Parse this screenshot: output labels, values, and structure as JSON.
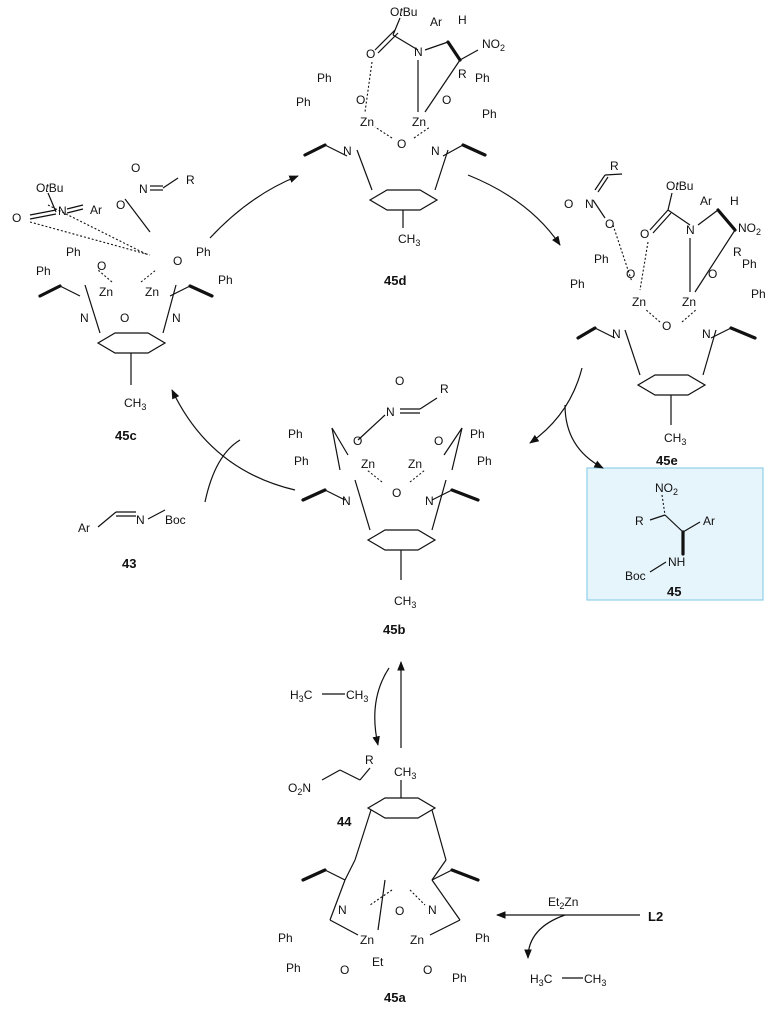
{
  "compounds": {
    "c45a": {
      "id": "45a",
      "Ph1": "Ph",
      "Ph2": "Ph",
      "Ph3": "Ph",
      "Ph4": "Ph",
      "Zn1": "Zn",
      "Zn2": "Zn",
      "O1": "O",
      "O2": "O",
      "O3": "O",
      "N1": "N",
      "N2": "N",
      "Et": "Et",
      "CH3": "CH",
      "CH3sub": "3"
    },
    "c45b": {
      "id": "45b",
      "Ph1": "Ph",
      "Ph2": "Ph",
      "Ph3": "Ph",
      "Ph4": "Ph",
      "Zn1": "Zn",
      "Zn2": "Zn",
      "O1": "O",
      "O2": "O",
      "O3": "O",
      "O4": "O",
      "N1": "N",
      "N2": "N",
      "N3": "N",
      "R": "R",
      "CH3": "CH",
      "CH3sub": "3"
    },
    "c45c": {
      "id": "45c",
      "OtBu_O": "O",
      "OtBu_t": "t",
      "OtBu_Bu": "Bu",
      "Ar": "Ar",
      "Nim": "N",
      "Ocarb": "O",
      "Ph1": "Ph",
      "Ph2": "Ph",
      "Ph3": "Ph",
      "Ph4": "Ph",
      "Zn1": "Zn",
      "Zn2": "Zn",
      "O1": "O",
      "O2": "O",
      "O3": "O",
      "O4": "O",
      "N1": "N",
      "N2": "N",
      "N3": "N",
      "R": "R",
      "CH3": "CH",
      "CH3sub": "3"
    },
    "c45d": {
      "id": "45d",
      "OtBu_O": "O",
      "OtBu_t": "t",
      "OtBu_Bu": "Bu",
      "Ar": "Ar",
      "H": "H",
      "NO2": "NO",
      "NO2sub": "2",
      "R": "R",
      "Ocarb": "O",
      "Namide": "N",
      "Ph1": "Ph",
      "Ph2": "Ph",
      "Ph3": "Ph",
      "Ph4": "Ph",
      "Zn1": "Zn",
      "Zn2": "Zn",
      "O1": "O",
      "O2": "O",
      "O3": "O",
      "N1": "N",
      "N2": "N",
      "CH3": "CH",
      "CH3sub": "3"
    },
    "c45e": {
      "id": "45e",
      "OtBu_O": "O",
      "OtBu_t": "t",
      "OtBu_Bu": "Bu",
      "Ar": "Ar",
      "H": "H",
      "NO2": "NO",
      "NO2sub": "2",
      "R1": "R",
      "R2": "R",
      "Ocarb": "O",
      "Namide": "N",
      "Nnit": "N",
      "Onit1": "O",
      "Onit2": "O",
      "Ph1": "Ph",
      "Ph2": "Ph",
      "Ph3": "Ph",
      "Ph4": "Ph",
      "Zn1": "Zn",
      "Zn2": "Zn",
      "O1": "O",
      "O2": "O",
      "O3": "O",
      "N1": "N",
      "N2": "N",
      "CH3": "CH",
      "CH3sub": "3"
    },
    "c43": {
      "id": "43",
      "Ar": "Ar",
      "N": "N",
      "Boc": "Boc"
    },
    "c44": {
      "id": "44",
      "O2N_O": "O",
      "O2N_sub": "2",
      "O2N_N": "N",
      "R": "R"
    },
    "c45": {
      "id": "45",
      "NO2": "NO",
      "NO2sub": "2",
      "R": "R",
      "Ar": "Ar",
      "NH": "NH",
      "Boc": "Boc"
    }
  },
  "reagents": {
    "ethane1": {
      "H3": "H",
      "H3sub": "3",
      "C": "C",
      "CH3": "CH",
      "CH3sub": "3"
    },
    "ethane2": {
      "H3": "H",
      "H3sub": "3",
      "C": "C",
      "CH3": "CH",
      "CH3sub": "3"
    },
    "Et2Zn": {
      "Et": "Et",
      "sub": "2",
      "Zn": "Zn"
    },
    "L2": "L2"
  },
  "colors": {
    "product_box_fill": "#e6f4fb",
    "product_box_border": "#8fd0e8"
  }
}
